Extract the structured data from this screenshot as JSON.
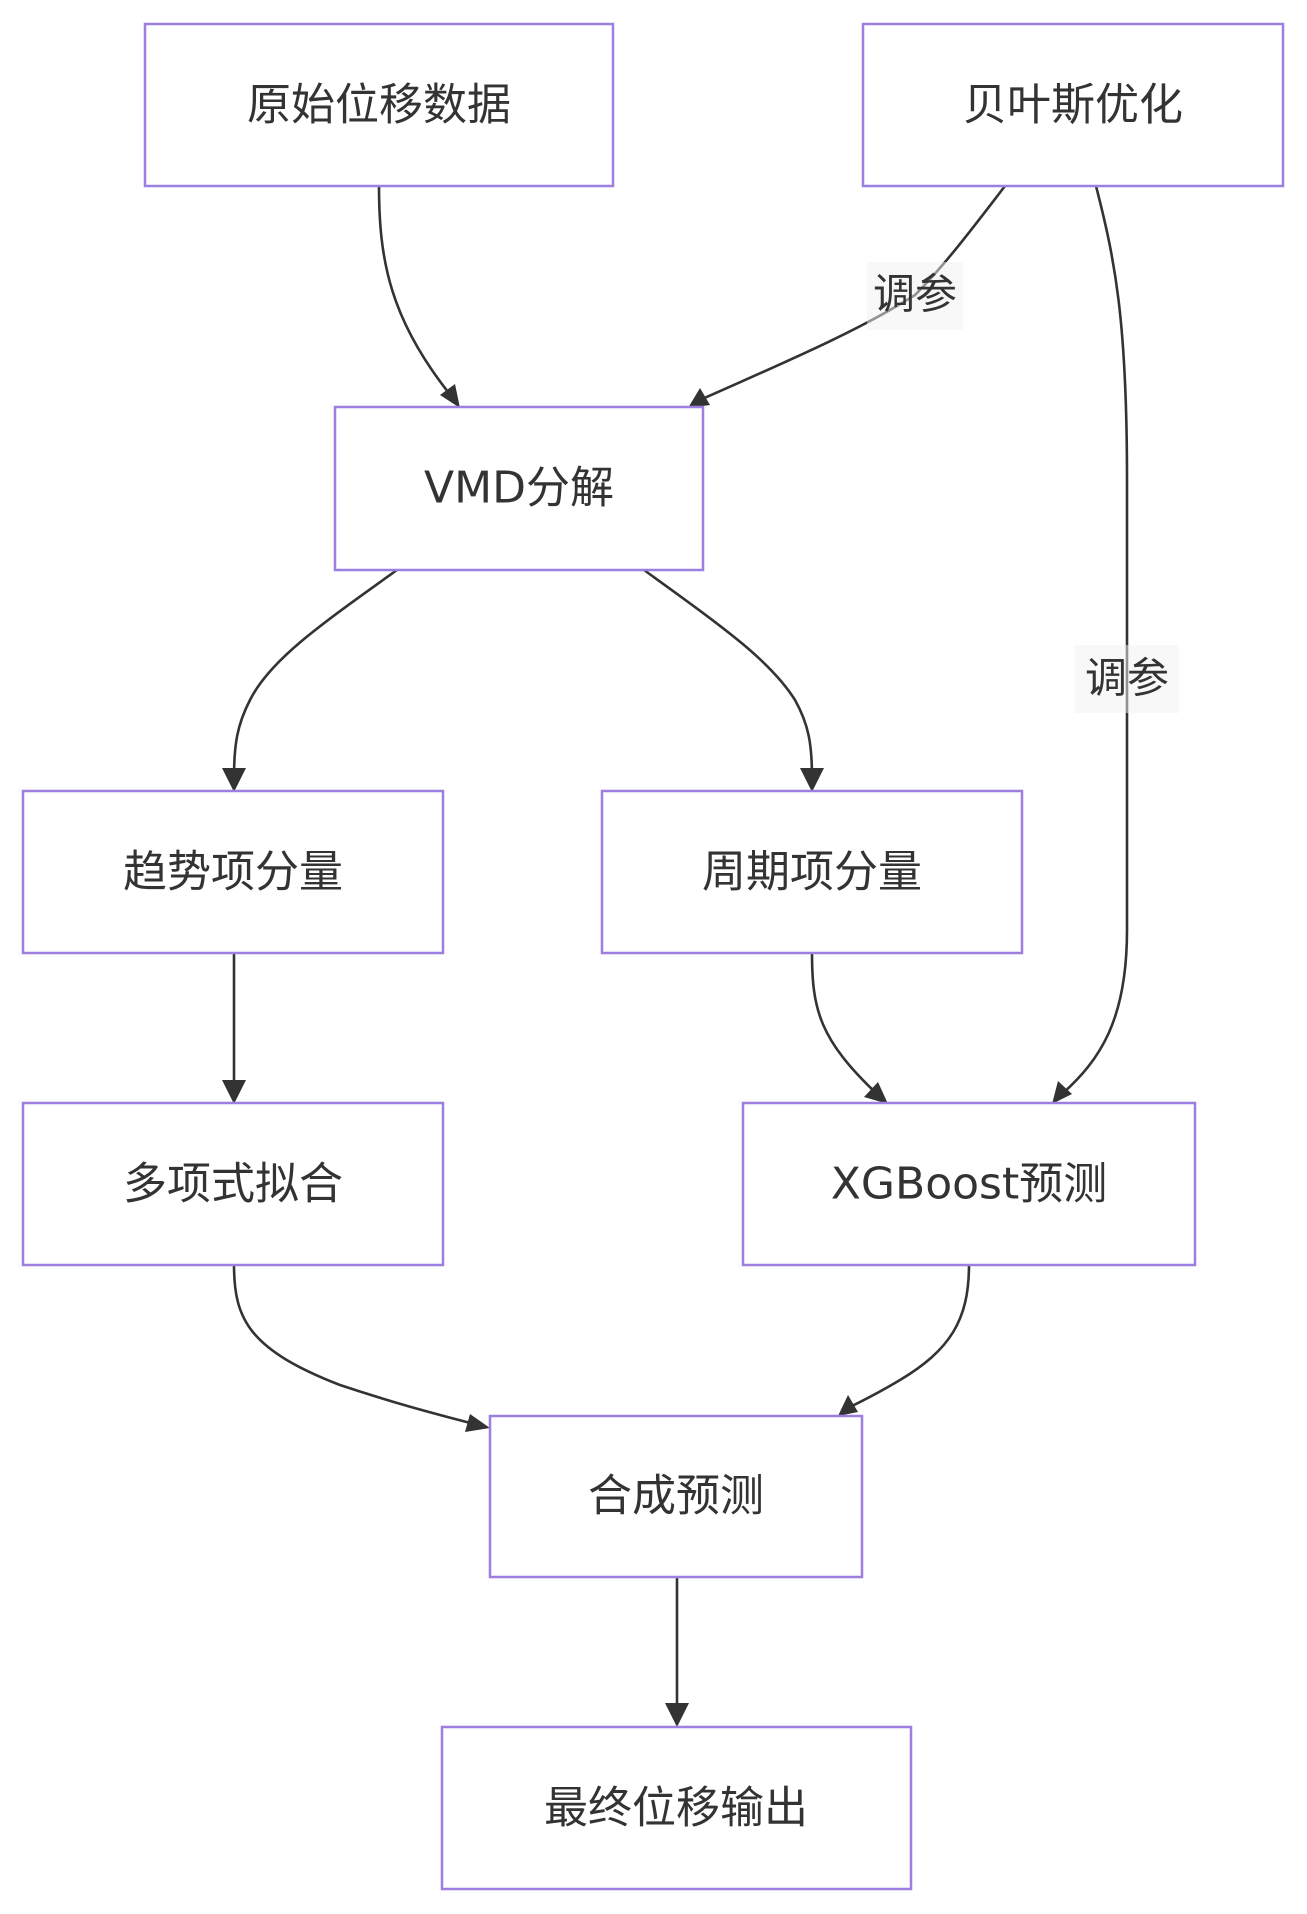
{
  "diagram": {
    "type": "flowchart",
    "direction": "top-down",
    "nodes": [
      {
        "id": "raw",
        "label": "原始位移数据"
      },
      {
        "id": "bayes",
        "label": "贝叶斯优化"
      },
      {
        "id": "vmd",
        "label": "VMD分解"
      },
      {
        "id": "trend",
        "label": "趋势项分量"
      },
      {
        "id": "period",
        "label": "周期项分量"
      },
      {
        "id": "poly",
        "label": "多项式拟合"
      },
      {
        "id": "xgb",
        "label": "XGBoost预测"
      },
      {
        "id": "combine",
        "label": "合成预测"
      },
      {
        "id": "final",
        "label": "最终位移输出"
      }
    ],
    "edges": [
      {
        "from": "raw",
        "to": "vmd",
        "label": ""
      },
      {
        "from": "bayes",
        "to": "vmd",
        "label": "调参"
      },
      {
        "from": "bayes",
        "to": "xgb",
        "label": "调参"
      },
      {
        "from": "vmd",
        "to": "trend",
        "label": ""
      },
      {
        "from": "vmd",
        "to": "period",
        "label": ""
      },
      {
        "from": "trend",
        "to": "poly",
        "label": ""
      },
      {
        "from": "period",
        "to": "xgb",
        "label": ""
      },
      {
        "from": "poly",
        "to": "combine",
        "label": ""
      },
      {
        "from": "xgb",
        "to": "combine",
        "label": ""
      },
      {
        "from": "combine",
        "to": "final",
        "label": ""
      }
    ]
  },
  "colors": {
    "node_border": "#9d7fe0",
    "node_fill": "#ffffff",
    "text": "#333333",
    "edge": "#333333"
  }
}
